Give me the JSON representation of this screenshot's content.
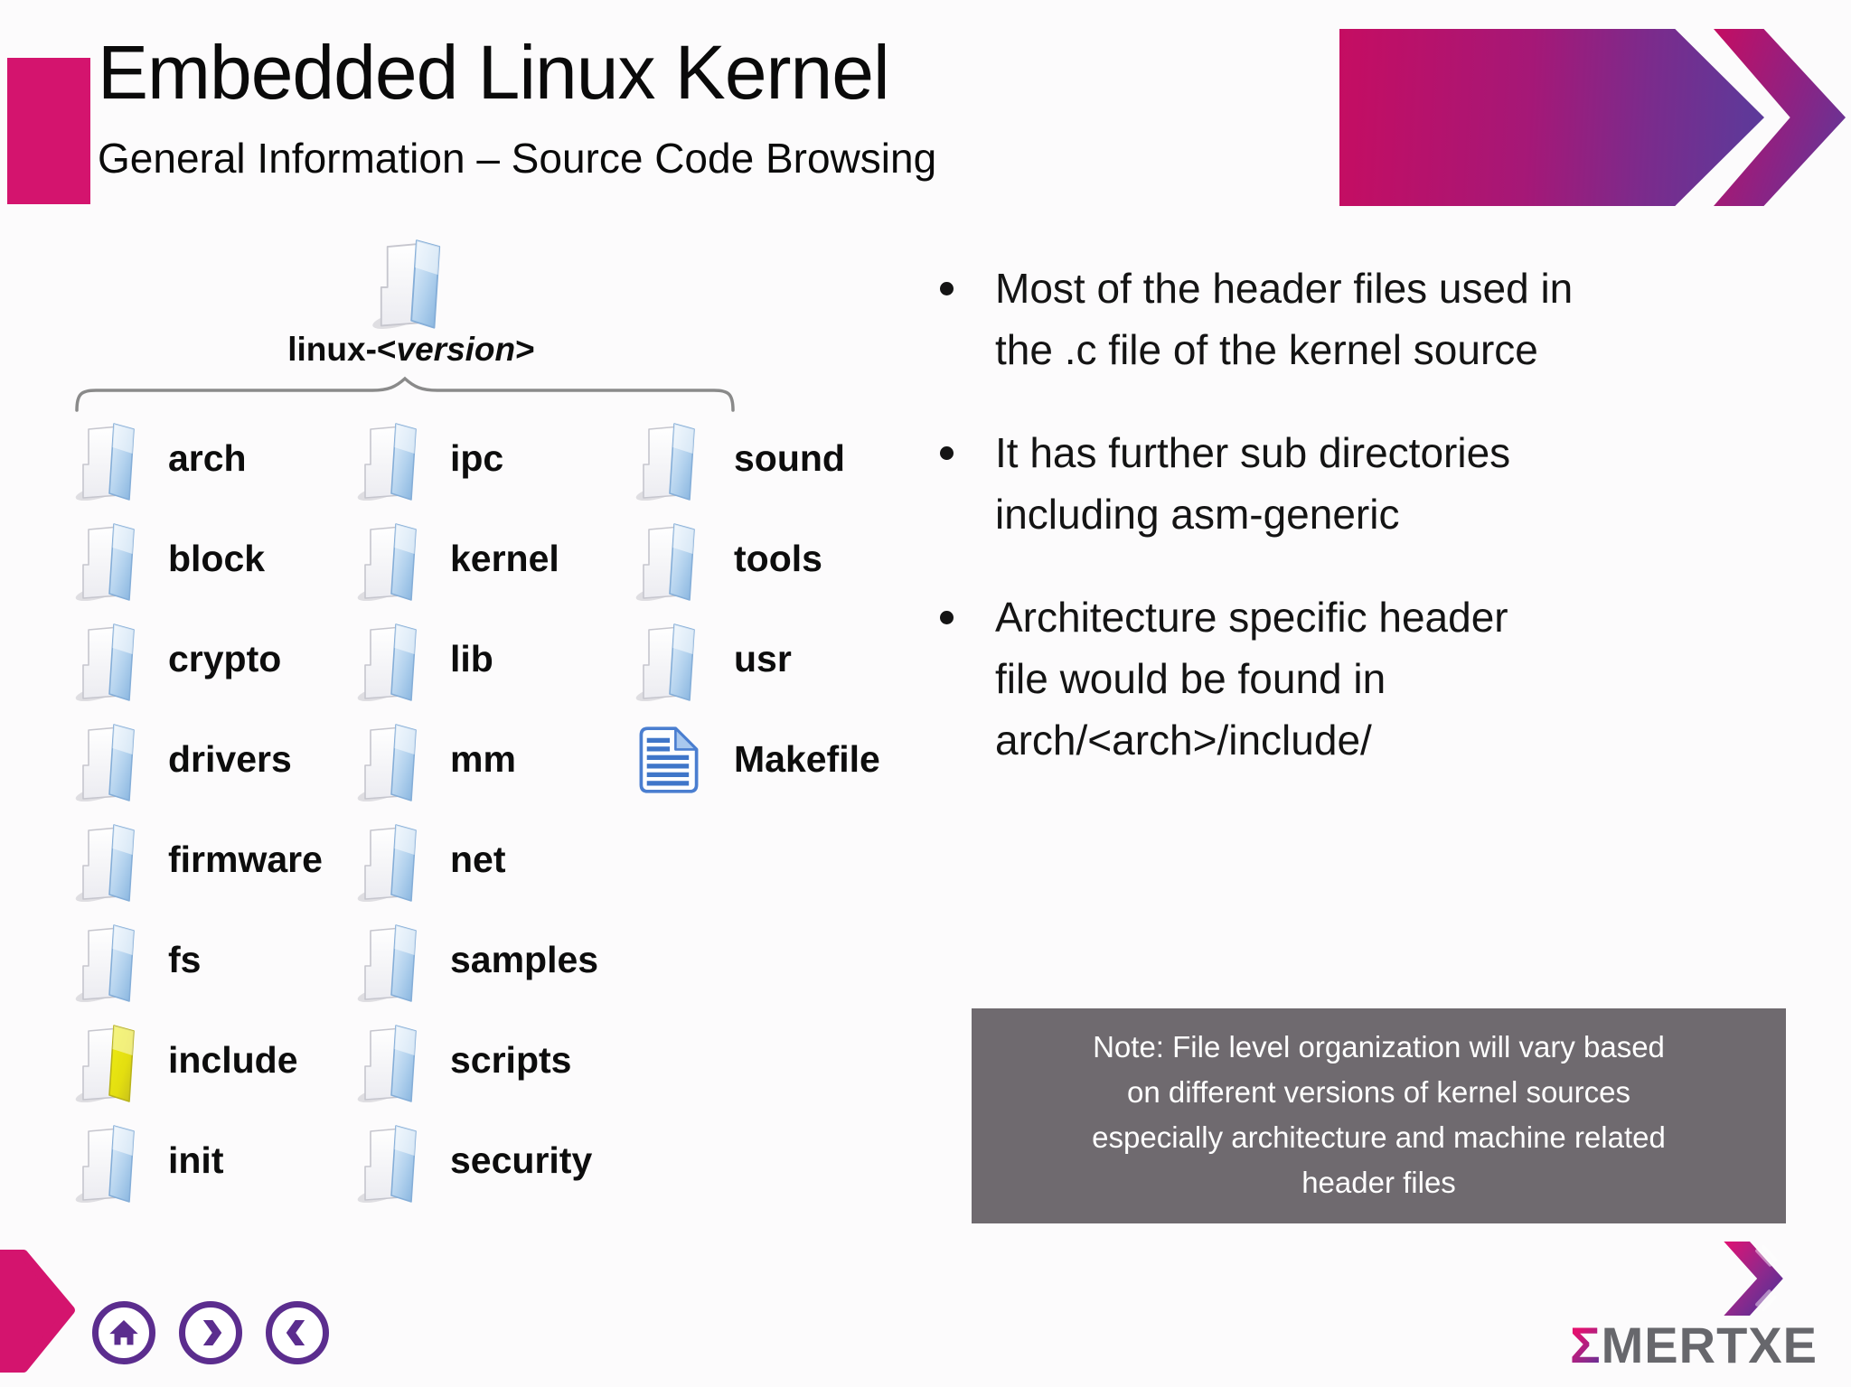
{
  "slide": {
    "title": "Embedded Linux Kernel",
    "subtitle": "General Information – Source Code Browsing"
  },
  "tree": {
    "root": {
      "prefix": "linux-<",
      "version": "version",
      "suffix": ">"
    },
    "columns": [
      {
        "items": [
          "arch",
          "block",
          "crypto",
          "drivers",
          "firmware",
          "fs",
          "include",
          "init"
        ]
      },
      {
        "items": [
          "ipc",
          "kernel",
          "lib",
          "mm",
          "net",
          "samples",
          "scripts",
          "security"
        ]
      },
      {
        "items": [
          "sound",
          "tools",
          "usr",
          "Makefile"
        ]
      }
    ]
  },
  "bullets": [
    {
      "lines": [
        "Most of the header files used in",
        "the .c file of the kernel source"
      ]
    },
    {
      "lines": [
        "It has further sub directories",
        "including asm-generic"
      ]
    },
    {
      "lines": [
        "Architecture specific header",
        "file would be found in",
        "arch/<arch>/include/"
      ]
    }
  ],
  "note": {
    "lines": [
      "Note: File level organization will vary based",
      "on different versions of kernel sources",
      "especially architecture and machine related",
      "header files"
    ]
  },
  "footer": {
    "logo_sigma": "Σ",
    "logo_text": "MERTXE"
  },
  "colors": {
    "accent_pink": "#d4146e",
    "gradient_purple": "#5a3b9b",
    "note_bg": "#6f6a6f",
    "nav_purple": "#5b2d8e",
    "folder_blue": "#82b1dd",
    "folder_yellow": "#d8d312"
  }
}
